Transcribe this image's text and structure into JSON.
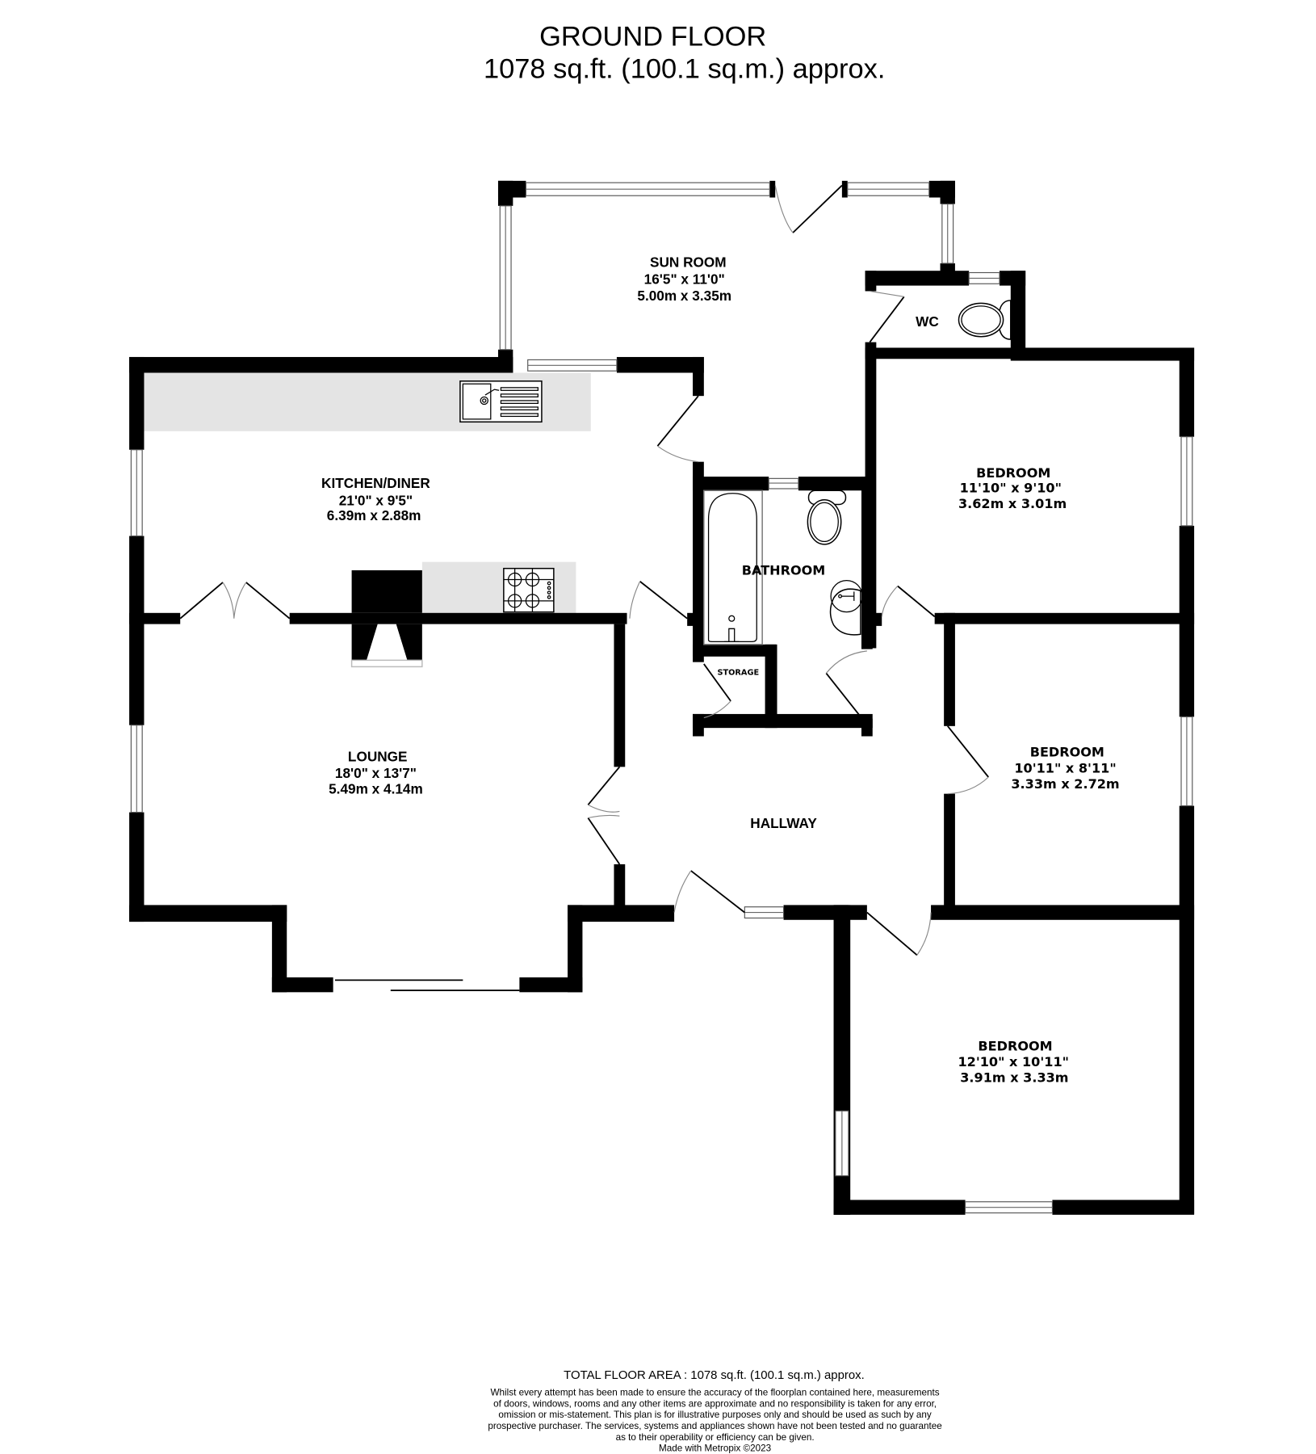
{
  "header": {
    "title": "GROUND FLOOR",
    "area": "1078 sq.ft. (100.1 sq.m.) approx."
  },
  "rooms": {
    "sun_room": {
      "name": "SUN ROOM",
      "imperial": "16'5\"  x 11'0\"",
      "metric": "5.00m  x 3.35m"
    },
    "wc": {
      "name": "WC"
    },
    "kitchen": {
      "name": "KITCHEN/DINER",
      "imperial": "21'0\"  x 9'5\"",
      "metric": "6.39m  x 2.88m"
    },
    "bathroom": {
      "name": "BATHROOM"
    },
    "storage": {
      "name": "STORAGE"
    },
    "bedroom1": {
      "name": "BEDROOM",
      "imperial": "11'10\"  x 9'10\"",
      "metric": "3.62m  x 3.01m"
    },
    "bedroom2": {
      "name": "BEDROOM",
      "imperial": "10'11\"  x 8'11\"",
      "metric": "3.33m  x 2.72m"
    },
    "bedroom3": {
      "name": "BEDROOM",
      "imperial": "12'10\"  x 10'11\"",
      "metric": "3.91m  x 3.33m"
    },
    "lounge": {
      "name": "LOUNGE",
      "imperial": "18'0\"  x 13'7\"",
      "metric": "5.49m  x 4.14m"
    },
    "hallway": {
      "name": "HALLWAY"
    }
  },
  "footer": {
    "total": "TOTAL FLOOR AREA : 1078 sq.ft. (100.1 sq.m.) approx.",
    "disclaimer": [
      "Whilst every attempt has been made to ensure the accuracy of the floorplan contained here, measurements",
      "of doors, windows, rooms and any other items are approximate and no responsibility is taken for any error,",
      "omission or mis-statement. This plan is for illustrative purposes only and should be used as such by any",
      "prospective purchaser. The services, systems and appliances shown have not been tested and no guarantee",
      "as to their operability or efficiency can be given."
    ],
    "credit": "Made with Metropix ©2023"
  },
  "colors": {
    "wall": "#000000",
    "counter": "#e4e4e4",
    "background": "#ffffff"
  }
}
